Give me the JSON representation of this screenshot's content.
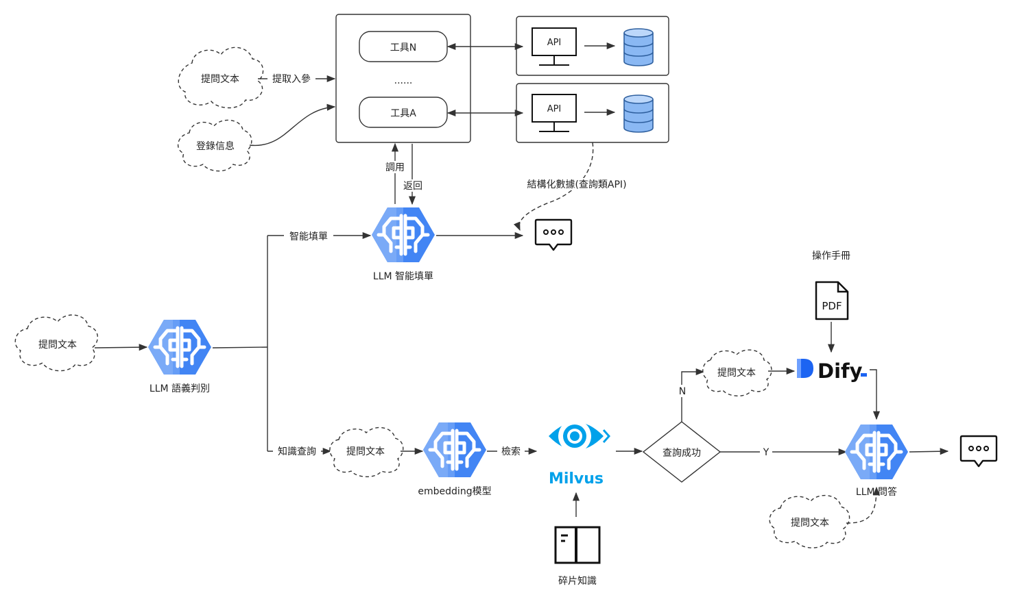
{
  "tools": {
    "tool_n": "工具N",
    "tool_a": "工具A",
    "ellipsis": "......"
  },
  "api": {
    "api_top": "API",
    "api_bottom": "API"
  },
  "clouds": {
    "question_top": "提問文本",
    "login_info": "登錄信息",
    "question_left": "提問文本",
    "question_knowledge": "提問文本",
    "question_n": "提問文本",
    "question_bottom_right": "提問文本"
  },
  "edges": {
    "extract_params": "提取入參",
    "call": "調用",
    "return": "返回",
    "structured_data": "結構化數據(查詢類API)",
    "smart_form": "智能填單",
    "knowledge_query": "知識查詢",
    "search": "檢索",
    "branch_n": "N",
    "branch_y": "Y"
  },
  "nodes": {
    "llm_semantic": "LLM 語義判別",
    "llm_form": "LLM 智能填單",
    "embedding": "embedding模型",
    "milvus": "Milvus",
    "decision": "查詢成功",
    "manual": "操作手冊",
    "pdf": "PDF",
    "dify": "Dify",
    "llm_qa": "LLM 問答",
    "fragment": "碎片知識"
  },
  "colors": {
    "brain_light": "#8ab4f8",
    "brain_mid": "#669df6",
    "brain_dark": "#4285f4",
    "milvus_blue": "#00a1ea",
    "dify_blue": "#1c64f2"
  },
  "icons": {
    "brain": "ai-brain-icon",
    "database": "database-icon",
    "monitor": "monitor-icon",
    "chat": "chat-bubble-icon",
    "book": "book-icon",
    "pdf": "pdf-file-icon",
    "eye": "milvus-eye-icon",
    "dify": "dify-logo-icon"
  }
}
